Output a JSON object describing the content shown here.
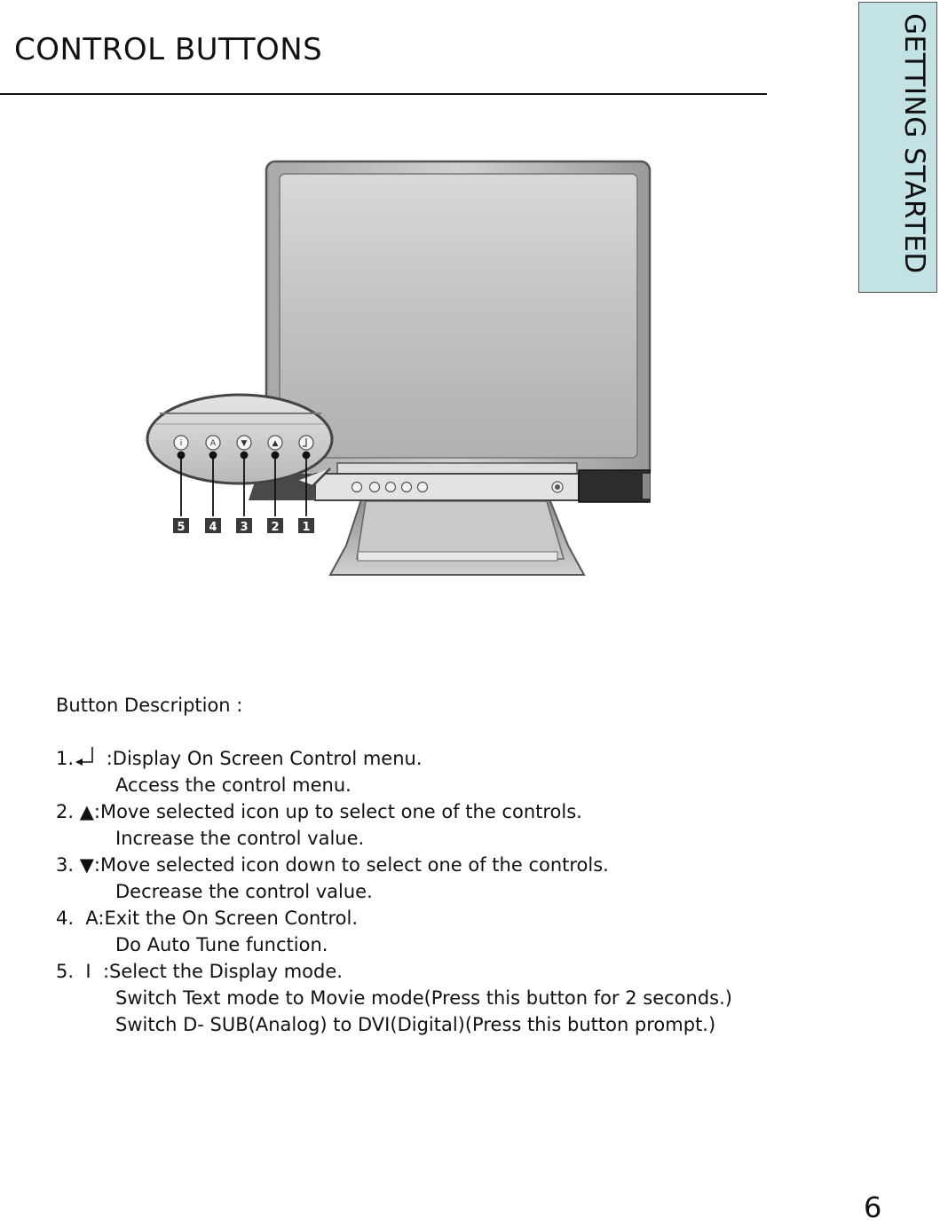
{
  "header": {
    "title": "CONTROL BUTTONS"
  },
  "side_tab": {
    "label": "GETTING STARTED"
  },
  "figure": {
    "callouts": [
      "5",
      "4",
      "3",
      "2",
      "1"
    ],
    "bezel_button_icons": [
      "i",
      "A",
      "▼",
      "▲",
      "enter-icon"
    ],
    "colors": {
      "callout_box": "#3a3a3a",
      "screen": "#c4c4c4",
      "bezel": "#9c9c9c",
      "tab_bg": "#c2e2e4"
    }
  },
  "description": {
    "heading": "Button Description :",
    "items": [
      {
        "number": "1.",
        "symbol": "",
        "icon": "enter-icon",
        "text": " :Display On Screen Control menu.",
        "sub": [
          "Access the control menu."
        ]
      },
      {
        "number": "2. ",
        "symbol": "▲",
        "text": ":Move selected icon up to select one of the controls.",
        "sub": [
          "Increase the control value."
        ]
      },
      {
        "number": "3. ",
        "symbol": "▼",
        "text": ":Move selected icon down to select one of the controls.",
        "sub": [
          "Decrease the control value."
        ]
      },
      {
        "number": "4.  ",
        "symbol": "A",
        "text": ":Exit the On Screen Control.",
        "sub": [
          "Do Auto Tune function."
        ]
      },
      {
        "number": "5.  ",
        "symbol": "I",
        "text": "  :Select the Display mode.",
        "sub": [
          "Switch Text mode to Movie mode(Press this button for 2 seconds.)",
          "Switch D- SUB(Analog) to DVI(Digital)(Press this button prompt.)"
        ]
      }
    ]
  },
  "footer": {
    "page_number": "6"
  }
}
